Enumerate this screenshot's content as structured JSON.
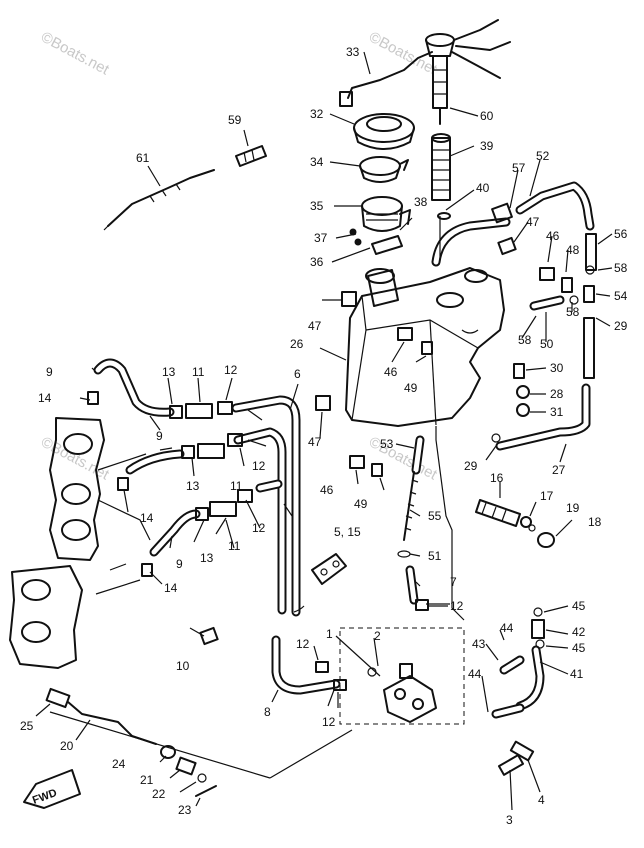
{
  "watermark": "©Boats.net",
  "fwd_label": "FWD",
  "labels": {
    "l1": "1",
    "l2": "2",
    "l3": "3",
    "l4": "4",
    "l5_15": "5, 15",
    "l6": "6",
    "l7": "7",
    "l8": "8",
    "l9": "9",
    "l10": "10",
    "l11": "11",
    "l12": "12",
    "l13": "13",
    "l14": "14",
    "l16": "16",
    "l17": "17",
    "l18": "18",
    "l19": "19",
    "l20": "20",
    "l21": "21",
    "l22": "22",
    "l23": "23",
    "l24": "24",
    "l25": "25",
    "l26": "26",
    "l27": "27",
    "l28": "28",
    "l29": "29",
    "l30": "30",
    "l31": "31",
    "l32": "32",
    "l33": "33",
    "l34": "34",
    "l35": "35",
    "l36": "36",
    "l37": "37",
    "l38": "38",
    "l39": "39",
    "l40": "40",
    "l41": "41",
    "l42": "42",
    "l43": "43",
    "l44": "44",
    "l45": "45",
    "l46": "46",
    "l47": "47",
    "l48": "48",
    "l49": "49",
    "l50": "50",
    "l51": "51",
    "l52": "52",
    "l53": "53",
    "l54": "54",
    "l55": "55",
    "l56": "56",
    "l57": "57",
    "l58": "58",
    "l59": "59",
    "l60": "60",
    "l61": "61"
  }
}
